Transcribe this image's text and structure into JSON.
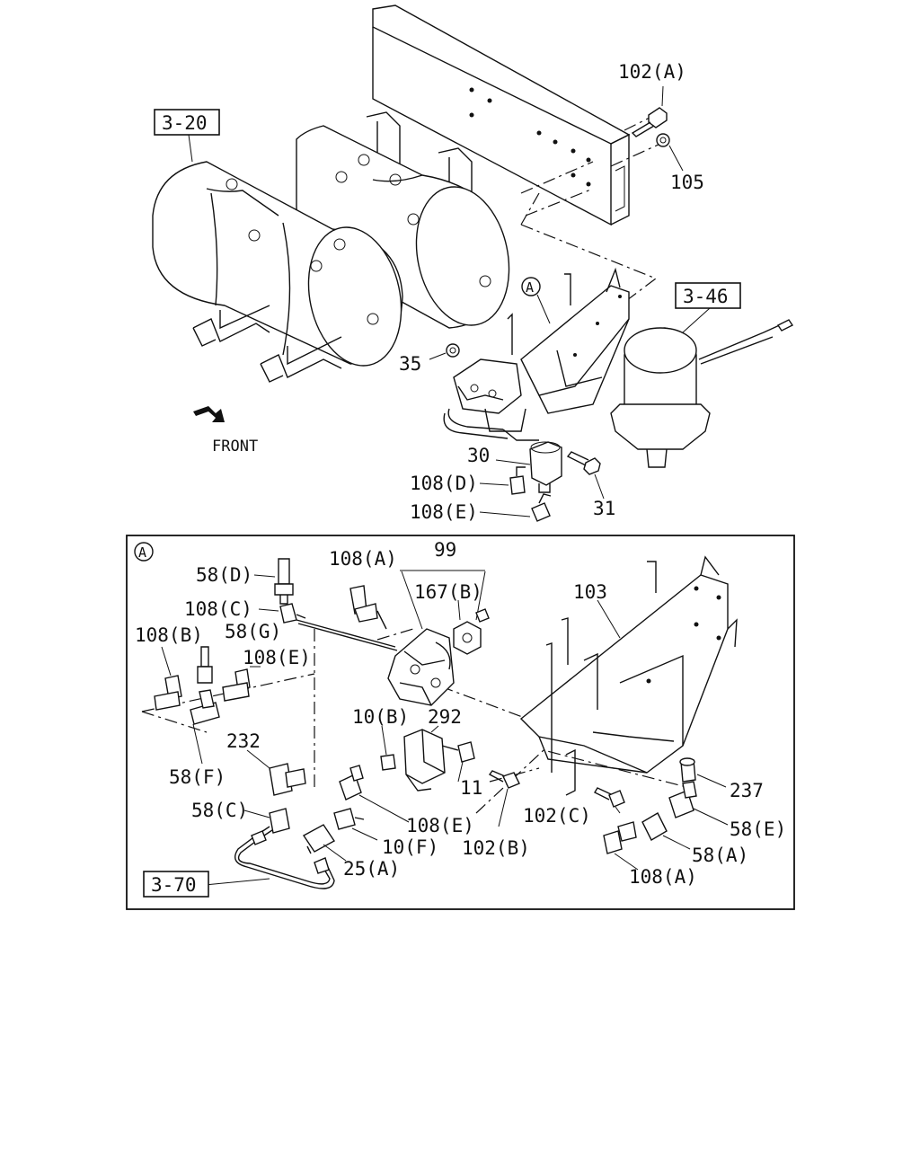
{
  "labels": {
    "ref_3_20": "3-20",
    "ref_3_46": "3-46",
    "ref_3_70": "3-70",
    "p102A": "102(A)",
    "p105": "105",
    "pA_top": "A",
    "p35": "35",
    "front": "FRONT",
    "p30": "30",
    "p31": "31",
    "p108D": "108(D)",
    "p108E_top": "108(E)",
    "pA_inset": "A",
    "p58D": "58(D)",
    "p108C": "108(C)",
    "p108A_top": "108(A)",
    "p99": "99",
    "p167B": "167(B)",
    "p103": "103",
    "p108B": "108(B)",
    "p58G": "58(G)",
    "p108E_mid": "108(E)",
    "p10B": "10(B)",
    "p292": "292",
    "p232": "232",
    "p58F": "58(F)",
    "p11": "11",
    "p237": "237",
    "p58C": "58(C)",
    "p108E_low": "108(E)",
    "p102C": "102(C)",
    "p58E": "58(E)",
    "p10F": "10(F)",
    "p102B": "102(B)",
    "p58A": "58(A)",
    "p25A": "25(A)",
    "p108A_low": "108(A)"
  }
}
